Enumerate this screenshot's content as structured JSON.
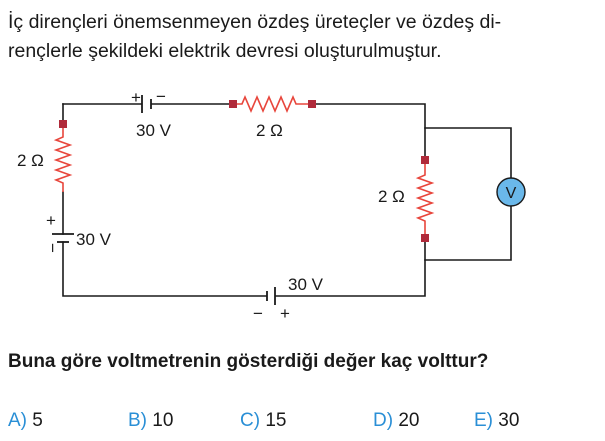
{
  "intro_lines": [
    "İç dirençleri önemsenmeyen özdeş üreteçler ve özdeş di-",
    "rençlerle şekildeki elektrik devresi oluşturulmuştur."
  ],
  "circuit": {
    "top_battery": {
      "voltage": "30 V",
      "plus": "+",
      "minus": "−"
    },
    "top_resistor": {
      "label": "2 Ω"
    },
    "left_resistor": {
      "label": "2 Ω"
    },
    "left_battery": {
      "voltage": "30 V",
      "plus": "+",
      "minus": "−"
    },
    "right_resistor": {
      "label": "2 Ω"
    },
    "bottom_battery": {
      "voltage": "30 V",
      "plus": "+",
      "minus": "−"
    },
    "voltmeter": {
      "symbol": "V"
    },
    "colors": {
      "wire": "#1a1a1a",
      "resistor": "#e8463c",
      "node": "#b02a3a",
      "voltmeter_fill": "#6ab8ea",
      "choice_letter": "#2a8fd6"
    }
  },
  "question": "Buna göre voltmetrenin gösterdiği değer kaç volttur?",
  "choices": [
    {
      "letter": "A)",
      "value": "5"
    },
    {
      "letter": "B)",
      "value": "10"
    },
    {
      "letter": "C)",
      "value": "15"
    },
    {
      "letter": "D)",
      "value": "20"
    },
    {
      "letter": "E)",
      "value": "30"
    }
  ]
}
